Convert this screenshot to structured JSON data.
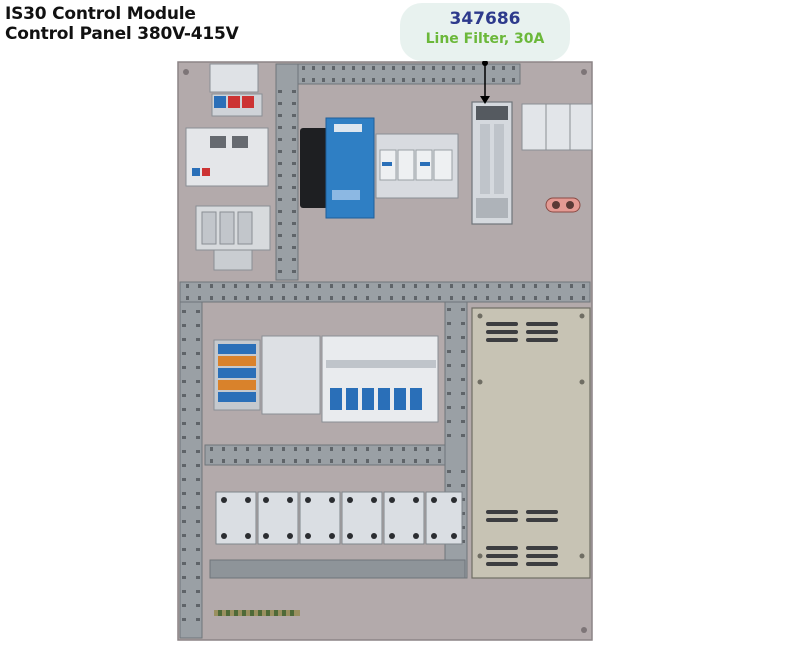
{
  "title": {
    "line1": "IS30 Control Module",
    "line2": "Control Panel 380V-415V"
  },
  "callout": {
    "part_number": "347686",
    "description": "Line Filter, 30A"
  },
  "colors": {
    "panel": "#b5acad",
    "duct": "#9a9ea3",
    "callout_bg": "#e8f2ef",
    "part_number": "#2d3a8c",
    "description": "#6bb83a",
    "power_supply": "#2f7fc4",
    "terminal_blue": "#2a6fb8",
    "terminal_orange": "#d9822b",
    "terminal_red": "#cc3333"
  }
}
